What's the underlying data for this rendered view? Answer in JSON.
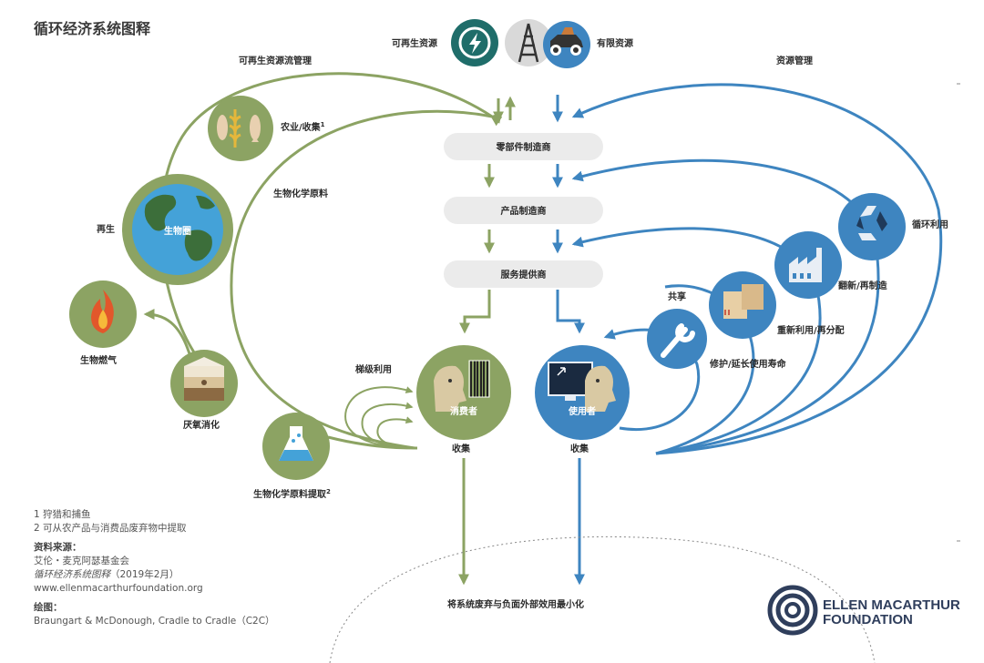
{
  "title": "循环经济系统图释",
  "colors": {
    "green": "#8ca363",
    "blue": "#3e85c0",
    "dark": "#2f3e5c",
    "box": "#ebebeb"
  },
  "header": {
    "renewable_label": "可再生资源",
    "finite_label": "有限资源",
    "renewable_flow_label": "可再生资源流管理",
    "stock_label": "资源管理"
  },
  "manufacturing": {
    "parts": "零部件制造商",
    "product": "产品制造商",
    "service": "服务提供商"
  },
  "bio_cycle": {
    "farming": "农业/收集",
    "farming_sup": "1",
    "biochem_feedstock": "生物化学原料",
    "regeneration": "再生",
    "biosphere": "生物圈",
    "biogas": "生物燃气",
    "anaerobic": "厌氧消化",
    "extraction": "生物化学原料提取",
    "extraction_sup": "2",
    "cascades": "梯级利用",
    "consumer": "消费者",
    "collection": "收集"
  },
  "tech_cycle": {
    "user": "使用者",
    "collection": "收集",
    "share": "共享",
    "maintain": "修护/延长使用寿命",
    "reuse": "重新利用/再分配",
    "refurbish": "翻新/再制造",
    "recycle": "循环利用"
  },
  "bottom_label": "将系统废弃与负面外部效用最小化",
  "notes": {
    "n1": "1  狩猎和捕鱼",
    "n2": "2  可从农产品与消费品废弃物中提取",
    "source_heading": "资料来源：",
    "source_org": "艾伦・麦克阿瑟基金会",
    "source_title": "循环经济系统图释",
    "source_date": "（2019年2月）",
    "source_url": "www.ellenmacarthurfoundation.org",
    "drawing_heading": "绘图：",
    "drawing_credit": "Braungart & McDonough, Cradle to Cradle（C2C）"
  },
  "logo": {
    "line1": "ELLEN MACARTHUR",
    "line2": "FOUNDATION"
  },
  "icons": [
    "renewable-energy-icon",
    "oil-rig-icon",
    "mining-truck-icon",
    "wheat-fish-icon",
    "globe-icon",
    "flame-icon",
    "soil-layers-icon",
    "flask-icon",
    "consumer-barcode-icon",
    "user-computer-icon",
    "wrench-icon",
    "boxes-icon",
    "factory-icon",
    "recycle-icon",
    "foundation-logo-icon"
  ]
}
